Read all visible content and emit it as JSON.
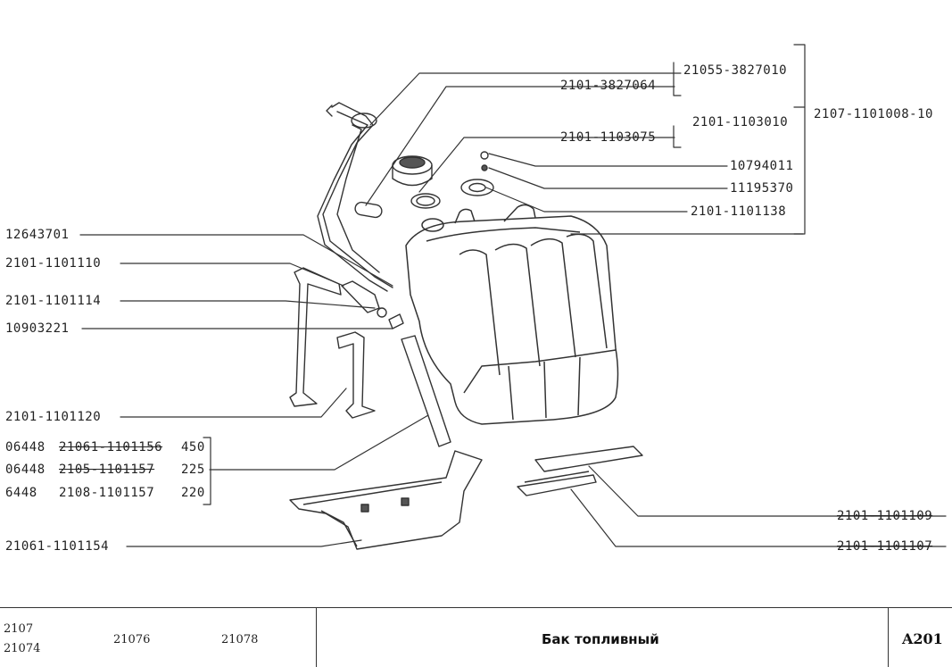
{
  "labels": {
    "l1": "21055-3827010",
    "l2": "2101-3827064",
    "l3": "2101-1103010",
    "l4": "2101-1103075",
    "l5": "2107-1101008-10",
    "l6": "10794011",
    "l7": "11195370",
    "l8": "2101-1101138",
    "l9": "12643701",
    "l10": "2101-1101110",
    "l11": "2101-1101114",
    "l12": "10903221",
    "l13": "2101-1101120",
    "r1_a": "06448",
    "r1_b": "21061-1101156",
    "r1_c": "450",
    "r2_a": "06448",
    "r2_b": "2105-1101157",
    "r2_c": "225",
    "r3_a": "6448",
    "r3_b": "2108-1101157",
    "r3_c": "220",
    "l14": "21061-1101154",
    "l15": "2101-1101109",
    "l16": "2101-1101107"
  },
  "footer": {
    "model1": "2107",
    "model2": "21074",
    "model3": "21076",
    "model4": "21078",
    "title": "Бак топливный",
    "code": "A201"
  }
}
